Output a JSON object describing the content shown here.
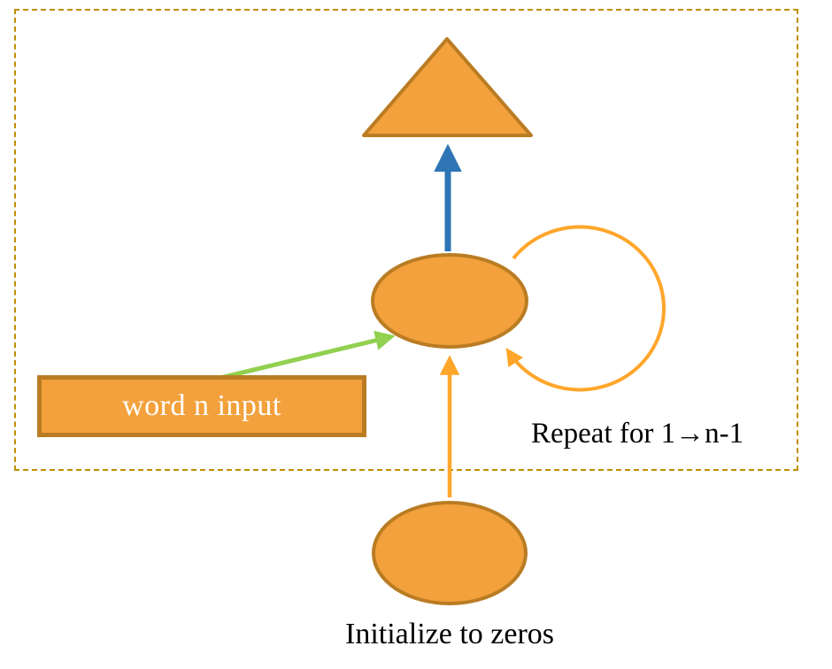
{
  "labels": {
    "word_input": "word n input",
    "repeat": "Repeat for 1→n-1",
    "initialize": "Initialize to zeros"
  },
  "colors": {
    "orange-fill": "#F2A13C",
    "orange-stroke": "#BA7C23",
    "orange-arrow": "#FFA62B",
    "blue-arrow": "#2E75B6",
    "green-arrow": "#92D050",
    "dashed-border": "#BF8F00",
    "text-dark": "#000000",
    "text-light": "#FFFFFF"
  }
}
